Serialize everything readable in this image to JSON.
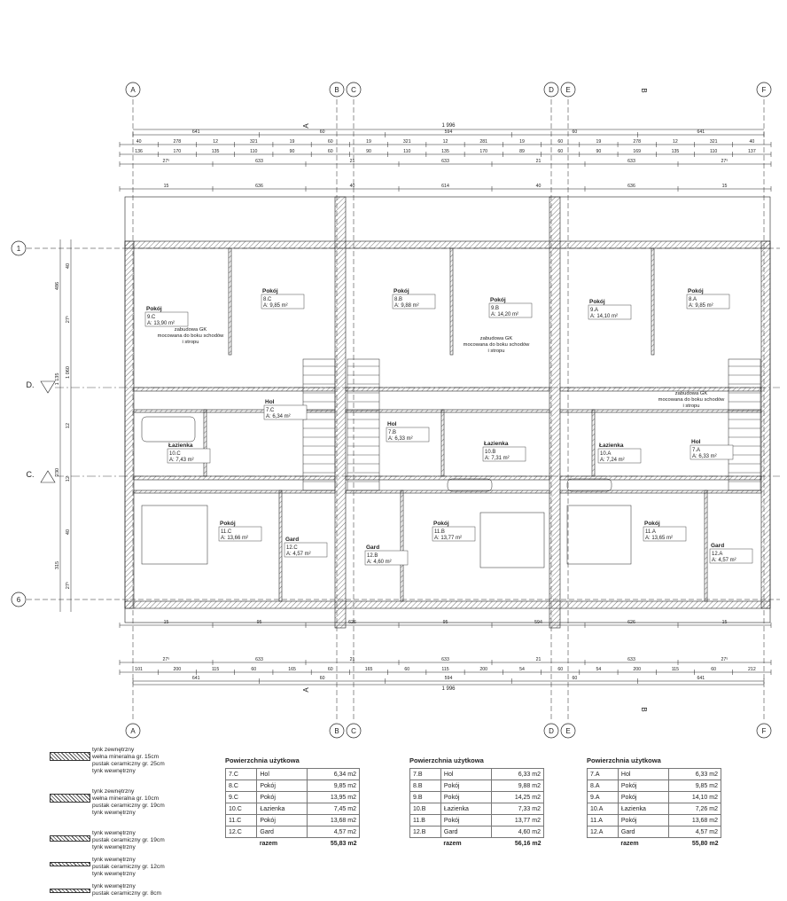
{
  "axes": {
    "top": [
      "A",
      "B",
      "C",
      "D",
      "E",
      "F"
    ],
    "bottom": [
      "A",
      "B",
      "C",
      "D",
      "E",
      "F"
    ],
    "left": [
      "1",
      "6"
    ],
    "sections": [
      "A",
      "B",
      "C.",
      "D."
    ]
  },
  "dims": {
    "overall_top": "1 996",
    "overall_bottom": "1 996",
    "top_row1": [
      "641",
      "60",
      "594",
      "60",
      "641"
    ],
    "top_row2": [
      "40",
      "278",
      "12",
      "321",
      "19",
      "60",
      "19",
      "321",
      "12",
      "281",
      "19",
      "60",
      "19",
      "278",
      "12",
      "321",
      "40"
    ],
    "top_row3": [
      "136",
      "170",
      "135",
      "110",
      "90",
      "60",
      "90",
      "110",
      "135",
      "170",
      "89",
      "60",
      "90",
      "169",
      "135",
      "110",
      "137"
    ],
    "top_row4": [
      "27⁵",
      "633",
      "21",
      "633",
      "21",
      "633",
      "27⁵"
    ],
    "top_row5": [
      "15",
      "636",
      "40",
      "614",
      "40",
      "636",
      "15"
    ],
    "bottom_row1": [
      "15",
      "95",
      "626",
      "95",
      "594",
      "626",
      "15"
    ],
    "bottom_row2": [
      "27⁵",
      "633",
      "21",
      "633",
      "21",
      "633",
      "27⁵"
    ],
    "bottom_row3": [
      "101",
      "200",
      "115",
      "60",
      "165",
      "60",
      "165",
      "60",
      "115",
      "200",
      "54",
      "60",
      "54",
      "200",
      "115",
      "60",
      "212"
    ],
    "bottom_row4": [
      "641",
      "60",
      "594",
      "60",
      "641"
    ],
    "left_outer": [
      "486",
      "1 135",
      "230",
      "315"
    ],
    "left_inner": [
      "40",
      "27⁵",
      "1 060",
      "12",
      "12",
      "40",
      "27⁵"
    ]
  },
  "rooms": [
    {
      "title": "Pokój",
      "code": "9.C",
      "area": "A: 13,90 m²"
    },
    {
      "title": "Pokój",
      "code": "8.C",
      "area": "A: 9,85 m²"
    },
    {
      "title": "Pokój",
      "code": "8.B",
      "area": "A: 9,88 m²"
    },
    {
      "title": "Pokój",
      "code": "9.B",
      "area": "A: 14,20 m²"
    },
    {
      "title": "Pokój",
      "code": "9.A",
      "area": "A: 14,10 m²"
    },
    {
      "title": "Pokój",
      "code": "8.A",
      "area": "A: 9,85 m²"
    },
    {
      "title": "Hol",
      "code": "7.C",
      "area": "A: 6,34 m²"
    },
    {
      "title": "Hol",
      "code": "7.B",
      "area": "A: 6,33 m²"
    },
    {
      "title": "Hol",
      "code": "7.A",
      "area": "A: 6,33 m²"
    },
    {
      "title": "Łazienka",
      "code": "10.C",
      "area": "A: 7,43 m²"
    },
    {
      "title": "Łazienka",
      "code": "10.B",
      "area": "A: 7,31 m²"
    },
    {
      "title": "Łazienka",
      "code": "10.A",
      "area": "A: 7,24 m²"
    },
    {
      "title": "Pokój",
      "code": "11.C",
      "area": "A: 13,66 m²"
    },
    {
      "title": "Pokój",
      "code": "11.B",
      "area": "A: 13,77 m²"
    },
    {
      "title": "Pokój",
      "code": "11.A",
      "area": "A: 13,65 m²"
    },
    {
      "title": "Gard",
      "code": "12.C",
      "area": "A: 4,57 m²"
    },
    {
      "title": "Gard",
      "code": "12.B",
      "area": "A: 4,60 m²"
    },
    {
      "title": "Gard",
      "code": "12.A",
      "area": "A: 4,57 m²"
    }
  ],
  "notes": [
    "zabudowa GK\nmocowana do boku schodów\ni stropu",
    "zabudowa GK\nmocowana do boku schodów\ni stropu",
    "zabudowa GK\nmocowana do boku schodów\ni stropu"
  ],
  "tables": [
    {
      "title": "Powierzchnia użytkowa",
      "rows": [
        [
          "7.C",
          "Hol",
          "6,34 m2"
        ],
        [
          "8.C",
          "Pokój",
          "9,85 m2"
        ],
        [
          "9.C",
          "Pokój",
          "13,95 m2"
        ],
        [
          "10.C",
          "Łazienka",
          "7,45 m2"
        ],
        [
          "11.C",
          "Pokój",
          "13,68 m2"
        ],
        [
          "12.C",
          "Gard",
          "4,57 m2"
        ]
      ],
      "total_label": "razem",
      "total": "55,83 m2"
    },
    {
      "title": "Powierzchnia użytkowa",
      "rows": [
        [
          "7.B",
          "Hol",
          "6,33 m2"
        ],
        [
          "8.B",
          "Pokój",
          "9,88 m2"
        ],
        [
          "9.B",
          "Pokój",
          "14,25 m2"
        ],
        [
          "10.B",
          "Łazienka",
          "7,33 m2"
        ],
        [
          "11.B",
          "Pokój",
          "13,77 m2"
        ],
        [
          "12.B",
          "Gard",
          "4,60 m2"
        ]
      ],
      "total_label": "razem",
      "total": "56,16 m2"
    },
    {
      "title": "Powierzchnia użytkowa",
      "rows": [
        [
          "7.A",
          "Hol",
          "6,33 m2"
        ],
        [
          "8.A",
          "Pokój",
          "9,85 m2"
        ],
        [
          "9.A",
          "Pokój",
          "14,10 m2"
        ],
        [
          "10.A",
          "Łazienka",
          "7,26 m2"
        ],
        [
          "11.A",
          "Pokój",
          "13,68 m2"
        ],
        [
          "12.A",
          "Gard",
          "4,57 m2"
        ]
      ],
      "total_label": "razem",
      "total": "55,80 m2"
    }
  ],
  "legend": [
    [
      "tynk zewnętrzny",
      "wełna mineralna gr. 15cm",
      "pustak ceramiczny gr. 25cm",
      "tynk wewnętrzny"
    ],
    [
      "tynk zewnętrzny",
      "wełna mineralna gr. 10cm",
      "pustak ceramiczny gr. 19cm",
      "tynk wewnętrzny"
    ],
    [
      "tynk wewnętrzny",
      "pustak ceramiczny gr. 19cm",
      "tynk wewnętrzny"
    ],
    [
      "tynk wewnętrzny",
      "pustak ceramiczny gr. 12cm",
      "tynk wewnętrzny"
    ],
    [
      "tynk wewnętrzny",
      "pustak ceramiczny gr. 8cm"
    ]
  ],
  "colors": {
    "line": "#222222",
    "hatch": "#555555",
    "wall": "#9a9a9a"
  }
}
